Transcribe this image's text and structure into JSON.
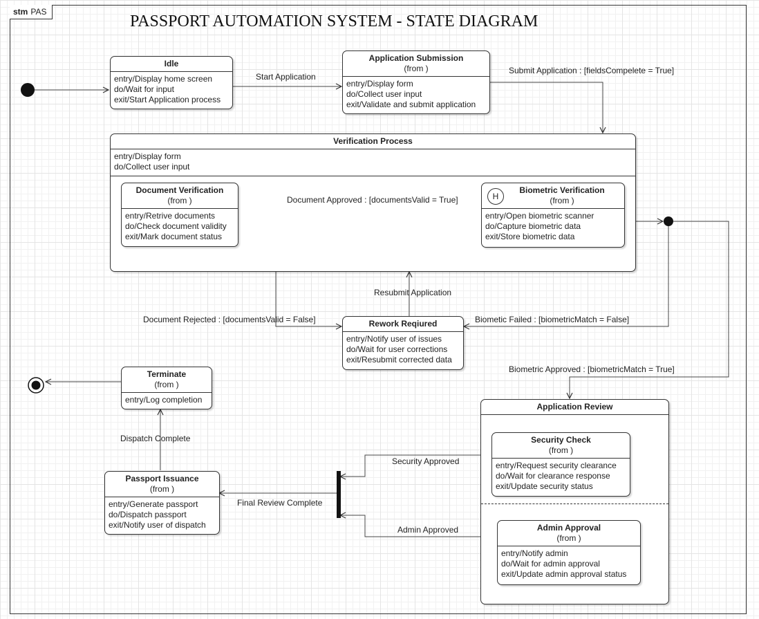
{
  "frame": {
    "keyword": "stm",
    "name": "PAS"
  },
  "title": "PASSPORT AUTOMATION SYSTEM - STATE DIAGRAM",
  "states": {
    "idle": {
      "name": "Idle",
      "lines": [
        "entry/Display home screen",
        "do/Wait for input",
        "exit/Start Application process"
      ]
    },
    "submission": {
      "name": "Application Submission",
      "from": "(from )",
      "lines": [
        "entry/Display form",
        "do/Collect user input",
        "exit/Validate and submit application"
      ]
    },
    "verification": {
      "name": "Verification Process",
      "lines": [
        "entry/Display form",
        "do/Collect user input"
      ]
    },
    "document": {
      "name": "Document Verification",
      "from": "(from )",
      "lines": [
        "entry/Retrive documents",
        "do/Check document validity",
        "exit/Mark document status"
      ]
    },
    "biometric": {
      "name": "Biometric Verification",
      "from": "(from )",
      "history": "H",
      "lines": [
        "entry/Open biometric scanner",
        "do/Capture biometric data",
        "exit/Store biometric data"
      ]
    },
    "rework": {
      "name": "Rework Reqiured",
      "lines": [
        "entry/Notify user of issues",
        "do/Wait for user corrections",
        "exit/Resubmit corrected data"
      ]
    },
    "terminate": {
      "name": "Terminate",
      "from": "(from )",
      "lines": [
        "entry/Log completion"
      ]
    },
    "review": {
      "name": "Application Review"
    },
    "security": {
      "name": "Security Check",
      "from": "(from )",
      "lines": [
        "entry/Request security clearance",
        "do/Wait for clearance response",
        "exit/Update security status"
      ]
    },
    "admin": {
      "name": "Admin Approval",
      "from": "(from )",
      "lines": [
        "entry/Notify admin",
        "do/Wait for admin approval",
        "exit/Update admin approval status"
      ]
    },
    "passport": {
      "name": "Passport Issuance",
      "from": "(from )",
      "lines": [
        "entry/Generate passport",
        "do/Dispatch passport",
        "exit/Notify user of dispatch"
      ]
    }
  },
  "transitions": {
    "start_application": "Start Application",
    "submit_application": "Submit Application  :  [fieldsCompelete = True]",
    "document_approved": "Document Approved :  [documentsValid = True]",
    "document_rejected": "Document Rejected :  [documentsValid = False]",
    "resubmit_application": "Resubmit Application",
    "biometric_failed": "Biometic Failed :  [biometricMatch = False]",
    "biometric_approved": "Biometric Approved :  [biometricMatch = True]",
    "security_approved": "Security Approved",
    "admin_approved": "Admin Approved",
    "final_review_complete": "Final Review Complete",
    "dispatch_complete": "Dispatch Complete"
  }
}
